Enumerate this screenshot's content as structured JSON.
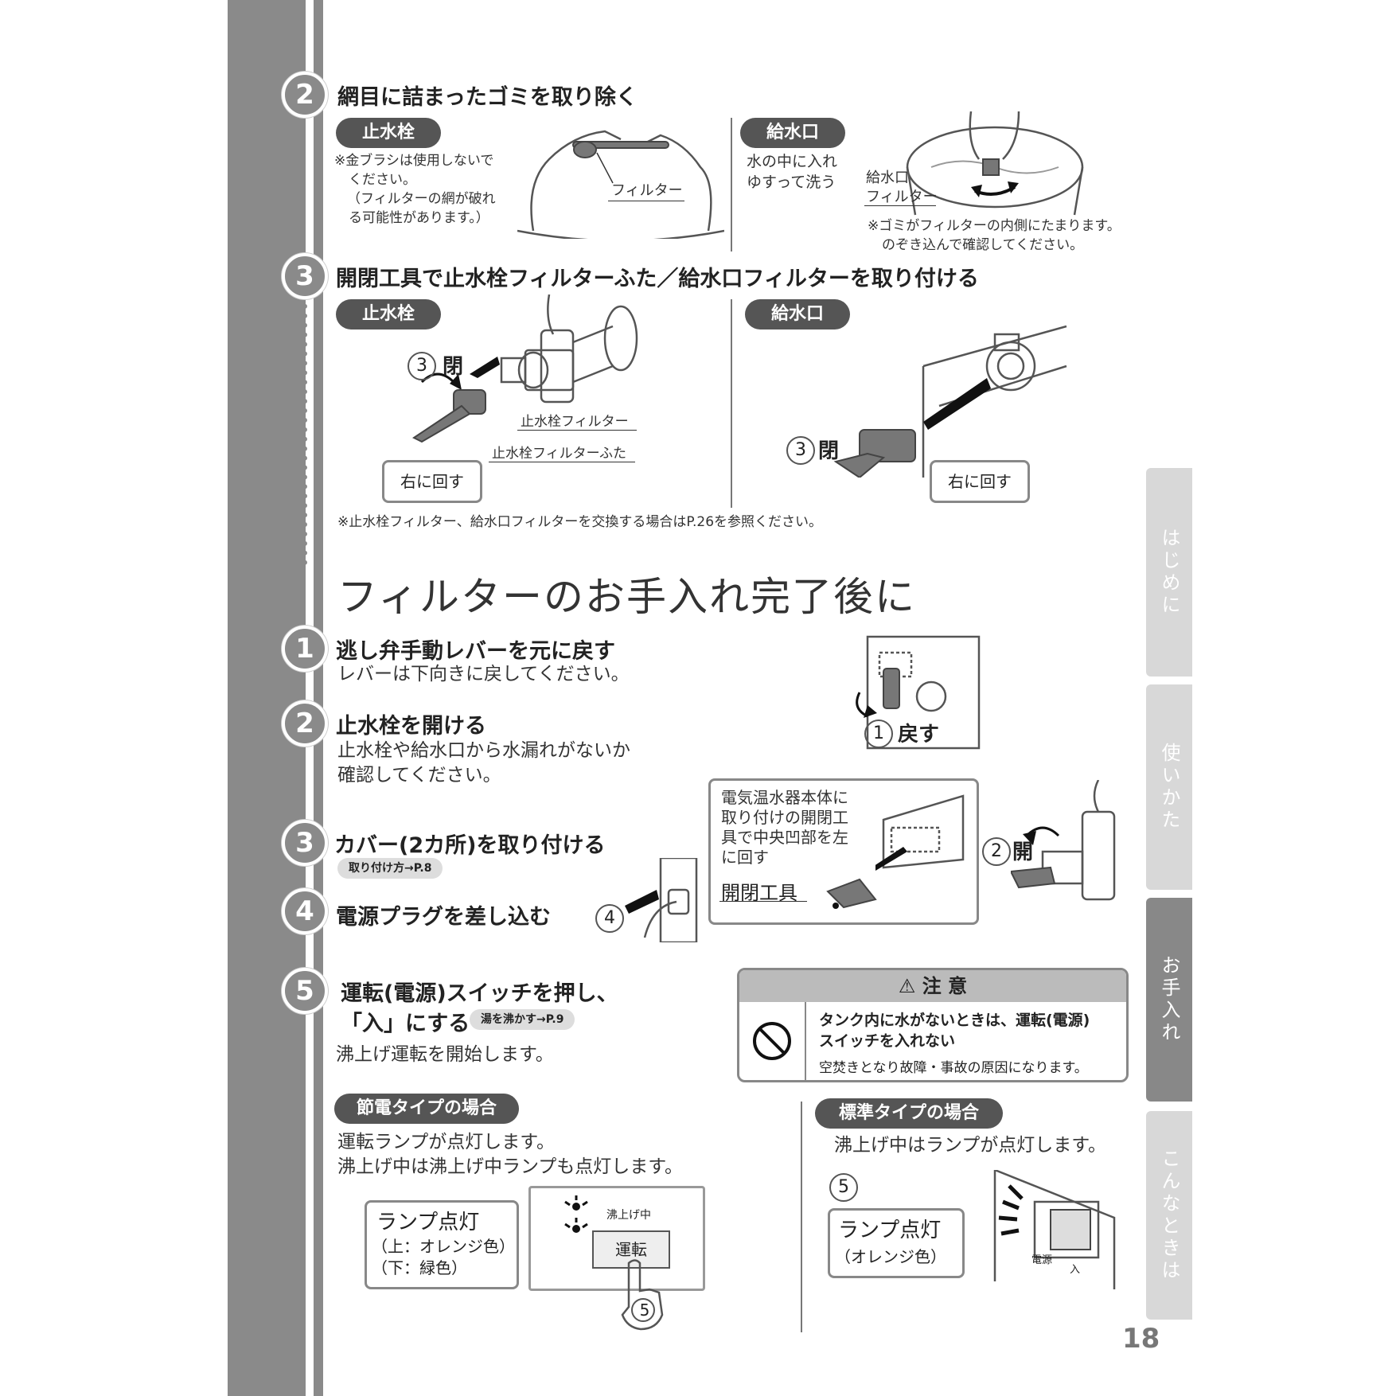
{
  "page_number": "18",
  "sections": {
    "step2_top": {
      "number": "2",
      "title": "網目に詰まったゴミを取り除く"
    },
    "step3_top": {
      "number": "3",
      "title": "開閉工具で止水栓フィルターふた／給水口フィルターを取り付ける"
    },
    "main_heading": "フィルターのお手入れ完了後に"
  },
  "top_left": {
    "pill": "止水栓",
    "note_lines": [
      "※金ブラシは使用しないで",
      "ください。",
      "（フィルターの網が破れ",
      "る可能性があります。）"
    ],
    "label": "フィルター"
  },
  "top_right": {
    "pill": "給水口",
    "text_lines": [
      "水の中に入れ",
      "ゆすって洗う"
    ],
    "label_lines": [
      "給水口",
      "フィルター"
    ],
    "note_lines": [
      "※ゴミがフィルターの内側にたまります。",
      "のぞき込んで確認してください。"
    ]
  },
  "mid_left": {
    "pill": "止水栓",
    "close_num": "3",
    "close_label": "閉",
    "filter_label": "止水栓フィルター",
    "cap_label": "止水栓フィルターふた",
    "turn_label": "右に回す"
  },
  "mid_right": {
    "pill": "給水口",
    "close_num": "3",
    "close_label": "閉",
    "turn_label": "右に回す"
  },
  "replace_note": "※止水栓フィルター、給水口フィルターを交換する場合はP.26を参照ください。",
  "after_steps": [
    {
      "number": "1",
      "title": "逃し弁手動レバーを元に戻す",
      "body": [
        "レバーは下向きに戻してください。"
      ]
    },
    {
      "number": "2",
      "title": "止水栓を開ける",
      "body": [
        "止水栓や給水口から水漏れがないか",
        "確認してください。"
      ]
    },
    {
      "number": "3",
      "title": "カバー(2カ所)を取り付ける",
      "ref": "取り付け方→P.8"
    },
    {
      "number": "4",
      "title": "電源プラグを差し込む"
    },
    {
      "number": "5",
      "title_lines": [
        "運転(電源)スイッチを押し、",
        "「入」にする"
      ],
      "ref": "湯を沸かす→P.9",
      "body": [
        "沸上げ運転を開始します。"
      ]
    }
  ],
  "lever_fig": {
    "num": "1",
    "label": "戻す"
  },
  "plug_fig": {
    "num": "4"
  },
  "tool_callout": {
    "lines": [
      "電気温水器本体に",
      "取り付けの開閉工",
      "具で中央凹部を左",
      "に回す"
    ],
    "tool_label": "開閉工具",
    "open_num": "2",
    "open_label": "開"
  },
  "caution": {
    "title": "注 意",
    "main_lines": [
      "タンク内に水がないときは、運転(電源)",
      "スイッチを入れない"
    ],
    "sub": "空焚きとなり故障・事故の原因になります。"
  },
  "eco_type": {
    "pill": "節電タイプの場合",
    "lines": [
      "運転ランプが点灯します。",
      "沸上げ中は沸上げ中ランプも点灯します。"
    ],
    "callout_title": "ランプ点灯",
    "callout_lines": [
      "（上：オレンジ色）",
      "（下：緑色）"
    ],
    "panel_label": "沸上げ中",
    "button_label": "運転",
    "press_num": "5"
  },
  "std_type": {
    "pill": "標準タイプの場合",
    "lines": [
      "沸上げ中はランプが点灯します。"
    ],
    "num": "5",
    "callout_title": "ランプ点灯",
    "callout_lines": [
      "（オレンジ色）"
    ],
    "switch_label": "電源",
    "switch_on": "入"
  },
  "side_tabs": [
    {
      "label": "はじめに",
      "active": false
    },
    {
      "label": "使いかた",
      "active": false
    },
    {
      "label": "お手入れ",
      "active": true
    },
    {
      "label": "こんなときは",
      "active": false
    }
  ],
  "colors": {
    "sidebar": "#8a8a8a",
    "pill": "#555555",
    "active_tab": "#888888",
    "tab": "#d8d8d8"
  }
}
